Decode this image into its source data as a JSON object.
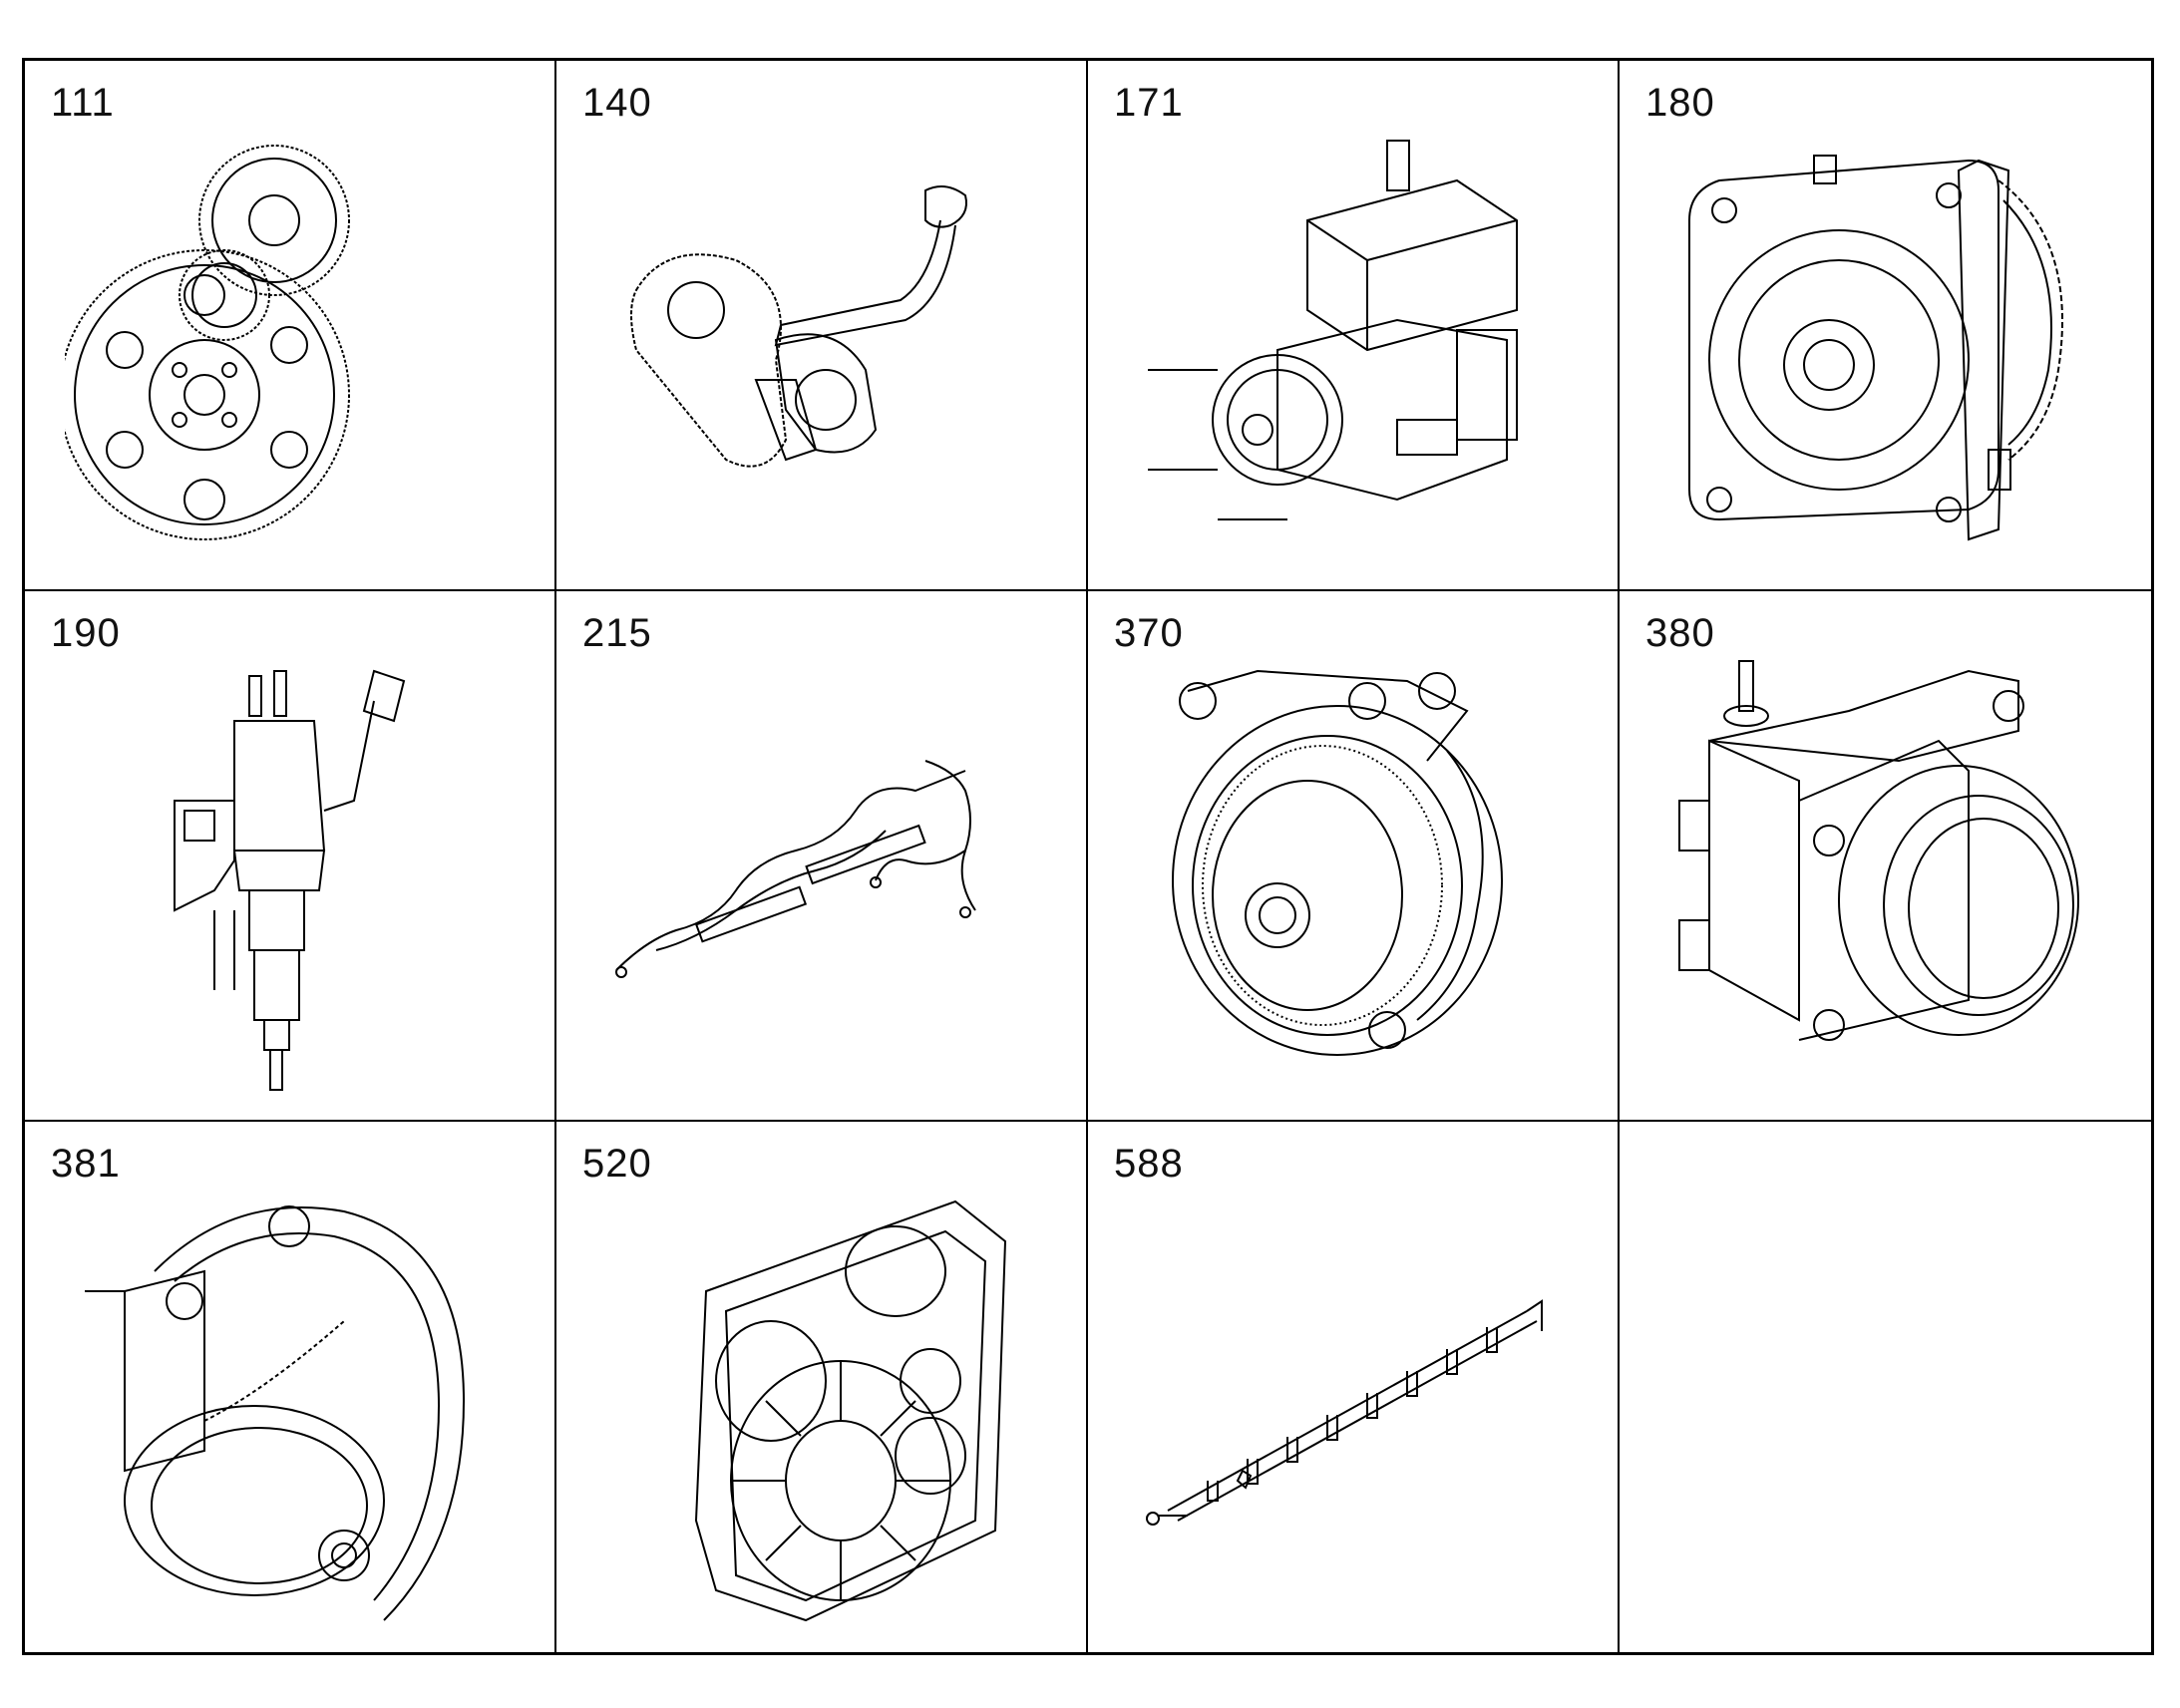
{
  "parts": [
    {
      "number": "111",
      "icon": "gear-train-icon"
    },
    {
      "number": "140",
      "icon": "oil-pump-icon"
    },
    {
      "number": "171",
      "icon": "fuel-pump-icon"
    },
    {
      "number": "180",
      "icon": "gear-pump-icon"
    },
    {
      "number": "190",
      "icon": "injector-icon"
    },
    {
      "number": "215",
      "icon": "wiring-harness-icon"
    },
    {
      "number": "370",
      "icon": "water-pump-icon"
    },
    {
      "number": "380",
      "icon": "thermostat-housing-icon"
    },
    {
      "number": "381",
      "icon": "housing-ring-icon"
    },
    {
      "number": "520",
      "icon": "timing-cover-icon"
    },
    {
      "number": "588",
      "icon": "injector-rail-icon"
    },
    {
      "number": "",
      "icon": ""
    }
  ]
}
